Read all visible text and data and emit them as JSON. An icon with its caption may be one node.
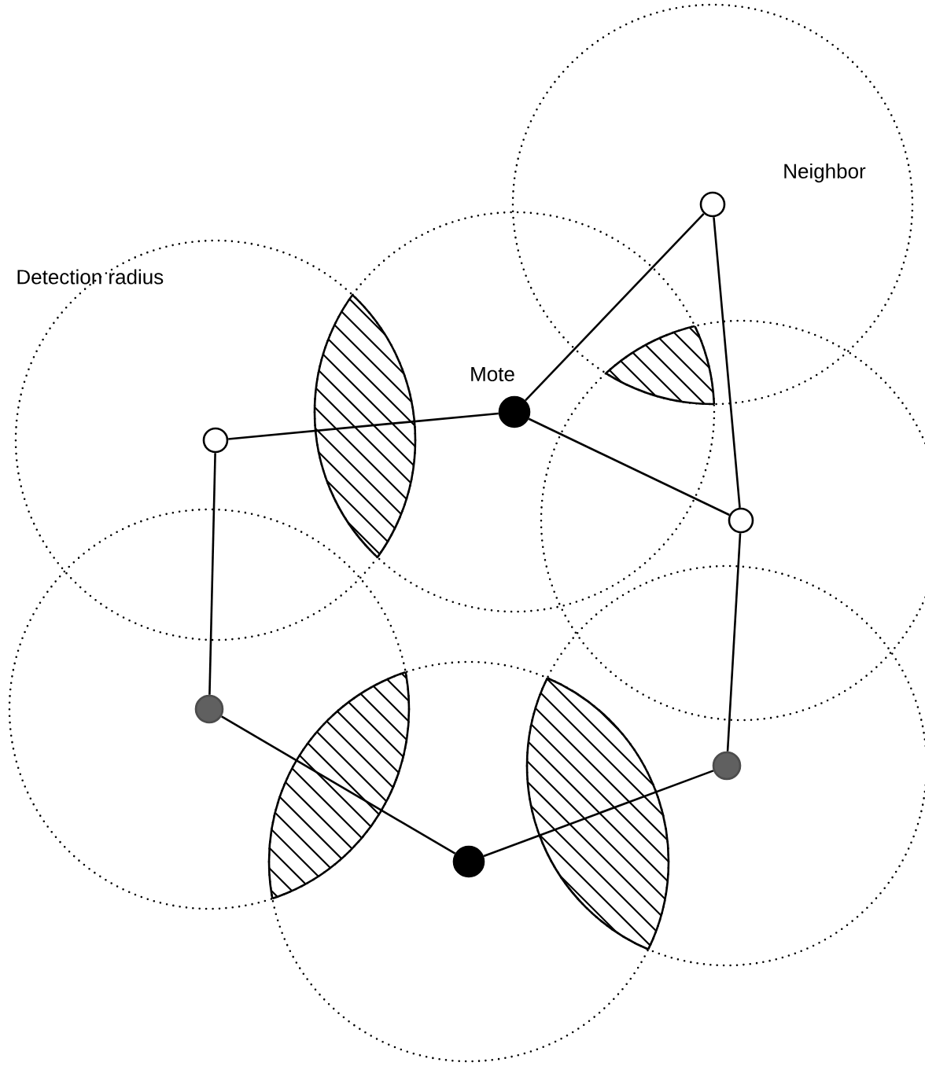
{
  "diagram": {
    "nodes": [
      {
        "text": [],
        "shape": "circle"
      },
      {
        "text": [],
        "shape": "circle",
        "beside": [
          "Mote"
        ]
      },
      {
        "text": [],
        "shape": "circle",
        "beside": [
          "Neighbor"
        ]
      },
      {
        "text": [],
        "shape": "circle"
      },
      {
        "text": [],
        "shape": "circle"
      },
      {
        "text": [],
        "shape": "circle"
      },
      {
        "text": [],
        "shape": "circle"
      }
    ],
    "edges": [
      {
        "from": 0,
        "to": 1,
        "arrow": "none"
      },
      {
        "from": 1,
        "to": 2,
        "arrow": "none"
      },
      {
        "from": 1,
        "to": 3,
        "arrow": "none"
      },
      {
        "from": 2,
        "to": 3,
        "arrow": "none"
      },
      {
        "from": 0,
        "to": 4,
        "arrow": "none"
      },
      {
        "from": 4,
        "to": 5,
        "arrow": "none"
      },
      {
        "from": 5,
        "to": 6,
        "arrow": "none"
      },
      {
        "from": 6,
        "to": 3,
        "arrow": "none"
      }
    ],
    "labels": [
      "Detection radius"
    ]
  }
}
